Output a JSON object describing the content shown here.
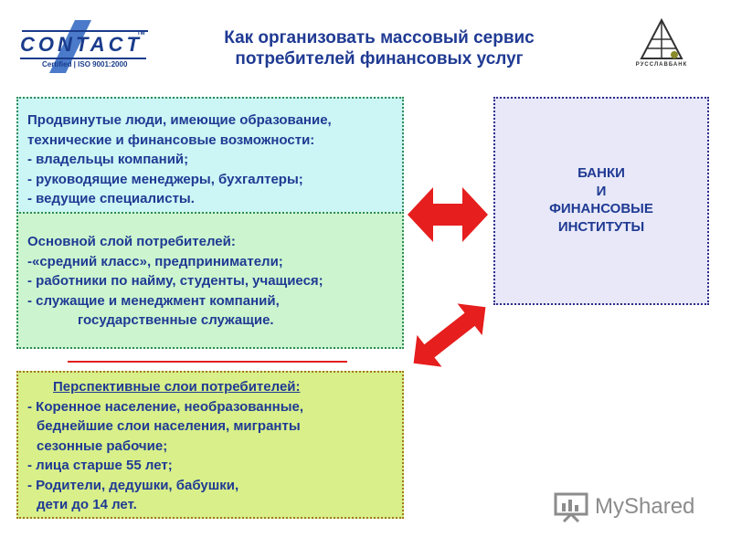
{
  "header": {
    "title_line1": "Как организовать массовый сервис",
    "title_line2": "потребителей финансовых услуг",
    "logo_left": {
      "text": "CONTACT",
      "tm": "TM",
      "cert": "Certified | ISO 9001:2000"
    },
    "logo_right": {
      "text": "РУССЛАВБАНК"
    }
  },
  "boxes": {
    "advanced": {
      "lines": [
        "Продвинутые люди, имеющие образование,",
        "технические и финансовые возможности:",
        "- владельцы компаний;",
        "- руководящие менеджеры, бухгалтеры;",
        "- ведущие специалисты."
      ]
    },
    "main": {
      "lines": [
        "Основной слой потребителей:",
        "-«средний класс», предприниматели;",
        "- работники по найму, студенты, учащиеся;",
        "- служащие и менеджмент компаний,",
        "государственные служащие."
      ]
    },
    "prospective": {
      "heading": "Перспективные слои потребителей:",
      "lines": [
        "- Коренное население, необразованные,",
        "беднейшие слои населения,   мигранты",
        "сезонные рабочие;",
        "- лица старше 55 лет;",
        "- Родители, дедушки, бабушки,",
        "дети до 14 лет."
      ]
    },
    "banks": {
      "lines": [
        "БАНКИ",
        "И",
        "ФИНАНСОВЫЕ",
        "ИНСТИТУТЫ"
      ]
    }
  },
  "watermark": {
    "text": "MyShared"
  },
  "colors": {
    "title": "#1f3a93",
    "arrow": "#e61e1e",
    "box_advanced": "#ccf5f5",
    "box_main": "#ccf5cf",
    "box_prospective": "#d8ef8a",
    "box_banks": "#e8e8f8"
  }
}
